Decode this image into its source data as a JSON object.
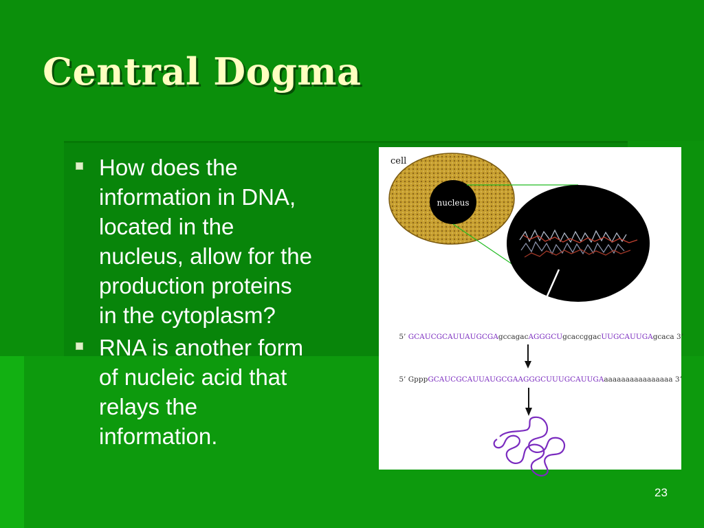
{
  "slide": {
    "title": "Central Dogma",
    "bullets": [
      "How does the\ninformation in DNA,\nlocated in the\nnucleus, allow for the\nproduction proteins\nin the cytoplasm?",
      "RNA is another form\nof nucleic acid that\nrelays the\ninformation."
    ],
    "slide_number": "23"
  },
  "figure": {
    "cell_label": "cell",
    "nucleus_label": "nucleus",
    "dna_prime5": "5’",
    "dna_seq": [
      {
        "text": "GCAUCGCAUUAUGCGA",
        "type": "exon"
      },
      {
        "text": "gccagac",
        "type": "intron"
      },
      {
        "text": "AGGGCU",
        "type": "exon"
      },
      {
        "text": "gcaccggac",
        "type": "intron"
      },
      {
        "text": "UUGCAUUGA",
        "type": "exon"
      },
      {
        "text": "gcaca",
        "type": "intron"
      }
    ],
    "dna_prime3": "3’",
    "mrna_prime5": "5’",
    "mrna_cap": "Gppp",
    "mrna_seq": "GCAUCGCAUUAUGCGAAGGGCUUUGCAUUGA",
    "mrna_tail": "aaaaaaaaaaaaaaaa",
    "mrna_prime3": "3’",
    "colors": {
      "exon": "#7a2bbf",
      "intron": "#333333",
      "cell_fill": "#c8a030",
      "nucleus_fill": "#000000",
      "zoom_lines": "#22bb22",
      "protein": "#7a2bbf"
    }
  }
}
